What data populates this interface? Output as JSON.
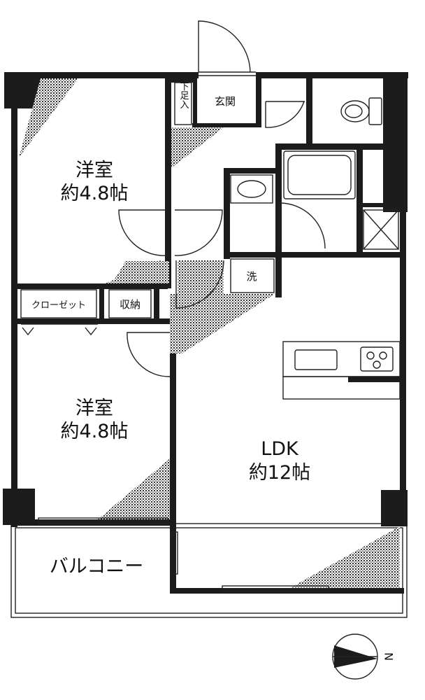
{
  "rooms": {
    "western1": {
      "name": "洋室",
      "size": "約4.8帖"
    },
    "western2": {
      "name": "洋室",
      "size": "約4.8帖"
    },
    "ldk": {
      "name": "LDK",
      "size": "約12帖"
    },
    "entrance": "玄関",
    "shoe_box": "下足入",
    "closet": "クローゼット",
    "storage": "収納",
    "laundry": "洗",
    "balcony": "バルコニー"
  },
  "compass": {
    "label": "N",
    "direction": "east"
  },
  "colors": {
    "wall": "#1c1c1c",
    "line": "#222222",
    "background": "#ffffff"
  }
}
